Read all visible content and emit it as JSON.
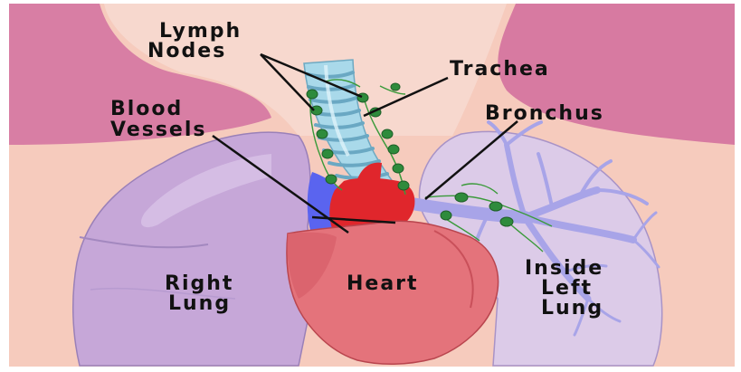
{
  "labels": {
    "lymph_nodes": [
      "Lymph",
      "Nodes"
    ],
    "trachea": "Trachea",
    "blood_vessels": [
      "Blood",
      "Vessels"
    ],
    "bronchus": "Bronchus",
    "right_lung": [
      "Right",
      "Lung"
    ],
    "heart": "Heart",
    "inside_left_lung": [
      "Inside",
      "Left",
      "Lung"
    ]
  },
  "colors": {
    "background": "#f6cbbd",
    "neck": "#f7d6cc",
    "shoulders": "#d77aa1",
    "right_lung": "#c7a9d8",
    "left_lung": "#dccbe8",
    "bronchi": "#a9a7e6",
    "trachea": "#9ed3e6",
    "heart": "#e4737b",
    "vessels_red": "#e0272d",
    "vessels_blue": "#5a64ef",
    "lymph_nodes": "#2e8b3c",
    "leader_lines": "#111111"
  }
}
